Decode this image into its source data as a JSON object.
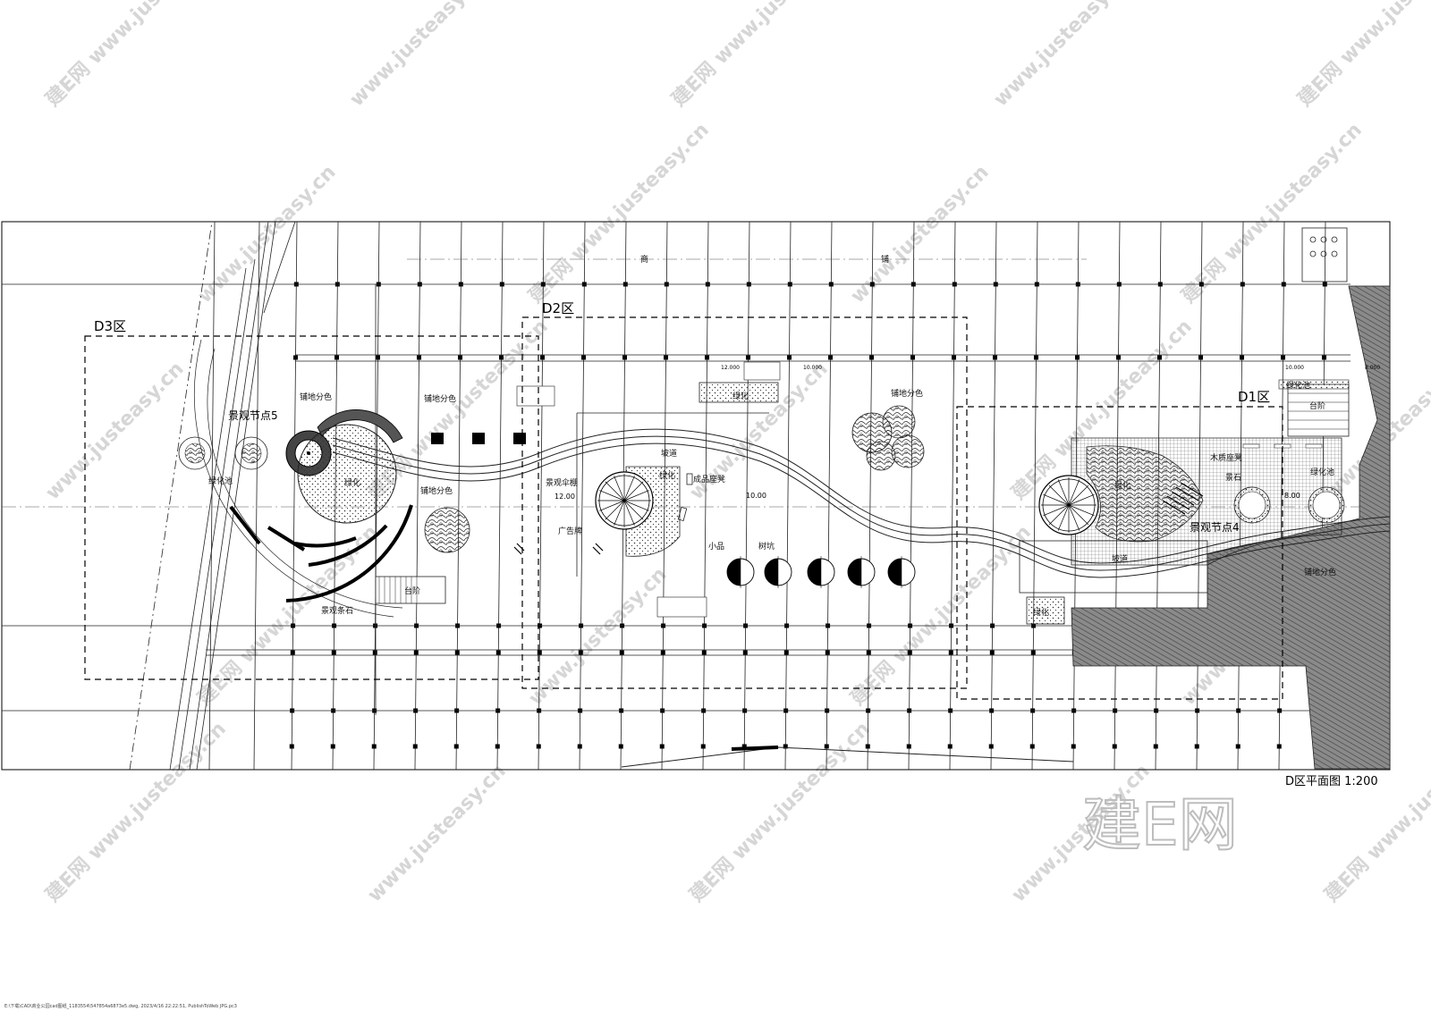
{
  "plan": {
    "title": "D区平面图 1:200",
    "zones": {
      "d1": "D1区",
      "d2": "D2区",
      "d3": "D3区"
    },
    "nodes": {
      "node4": "景观节点4",
      "node5": "景观节点5"
    },
    "shop_label_left": "商",
    "shop_label_right": "铺",
    "labels": {
      "paving_a": "铺地分色",
      "paving_b": "铺地分色",
      "paving_c": "铺地分色",
      "paving_d": "铺地分色",
      "paving_e": "铺地分色",
      "green_pool_left": "绿化池",
      "green_center": "绿化",
      "green_top_d2": "绿化",
      "green_d2_mid": "绿化",
      "green_d1_node": "绿化",
      "green_d1_bottom": "绿化",
      "green_pool_right": "绿化池",
      "green_pool_top_right": "绿化池",
      "landscape_bars": "景观条石",
      "landscape_stone": "景石",
      "step_left": "台阶",
      "step_right": "台阶",
      "ramp_d2": "坡道",
      "ramp_d1": "坡道",
      "umbrella": "景观伞棚",
      "bench": "成品座凳",
      "billboard": "广告牌",
      "sculpture": "小品",
      "tree_pit": "树坑",
      "wood_bench": "木质座凳"
    },
    "elevations": {
      "e1": "12.00",
      "e2": "10.00",
      "e3": "8.00",
      "e4": "12.000",
      "e5": "10.000",
      "e6": "10.000",
      "e7": "8.000"
    },
    "watermark_text": "www.justeasy.cn",
    "watermark_brand": "建E网",
    "logo_text": "建E网",
    "footer": "E:\\下载\\CAD\\商业公园cad图纸_1183554\\547854a6873e5.dwg, 2023/4/16 22:22:51, PublishToWeb JPG.pc3"
  }
}
